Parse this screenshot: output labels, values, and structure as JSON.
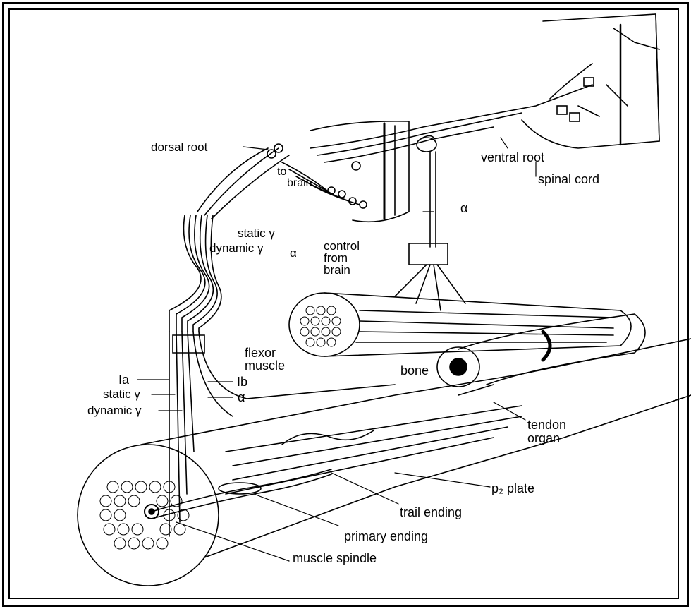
{
  "labels": {
    "dorsal_root": "dorsal root",
    "ventral_root": "ventral root",
    "spinal_cord": "spinal cord",
    "to_brain_1": "to",
    "to_brain_2": "brain",
    "alpha_top": "α",
    "static_gamma_top": "static γ",
    "dynamic_gamma_top": "dynamic γ",
    "alpha_mid": "α",
    "control_1": "control",
    "control_2": "from",
    "control_3": "brain",
    "flexor_1": "flexor",
    "flexor_2": "muscle",
    "bone": "bone",
    "ia": "Ia",
    "ib": "Ib",
    "static_gamma": "static γ",
    "alpha_low": "α",
    "dynamic_gamma": "dynamic γ",
    "tendon_1": "tendon",
    "tendon_2": "organ",
    "p2_plate": "p₂ plate",
    "trail_ending": "trail ending",
    "primary_ending": "primary ending",
    "muscle_spindle": "muscle spindle"
  }
}
